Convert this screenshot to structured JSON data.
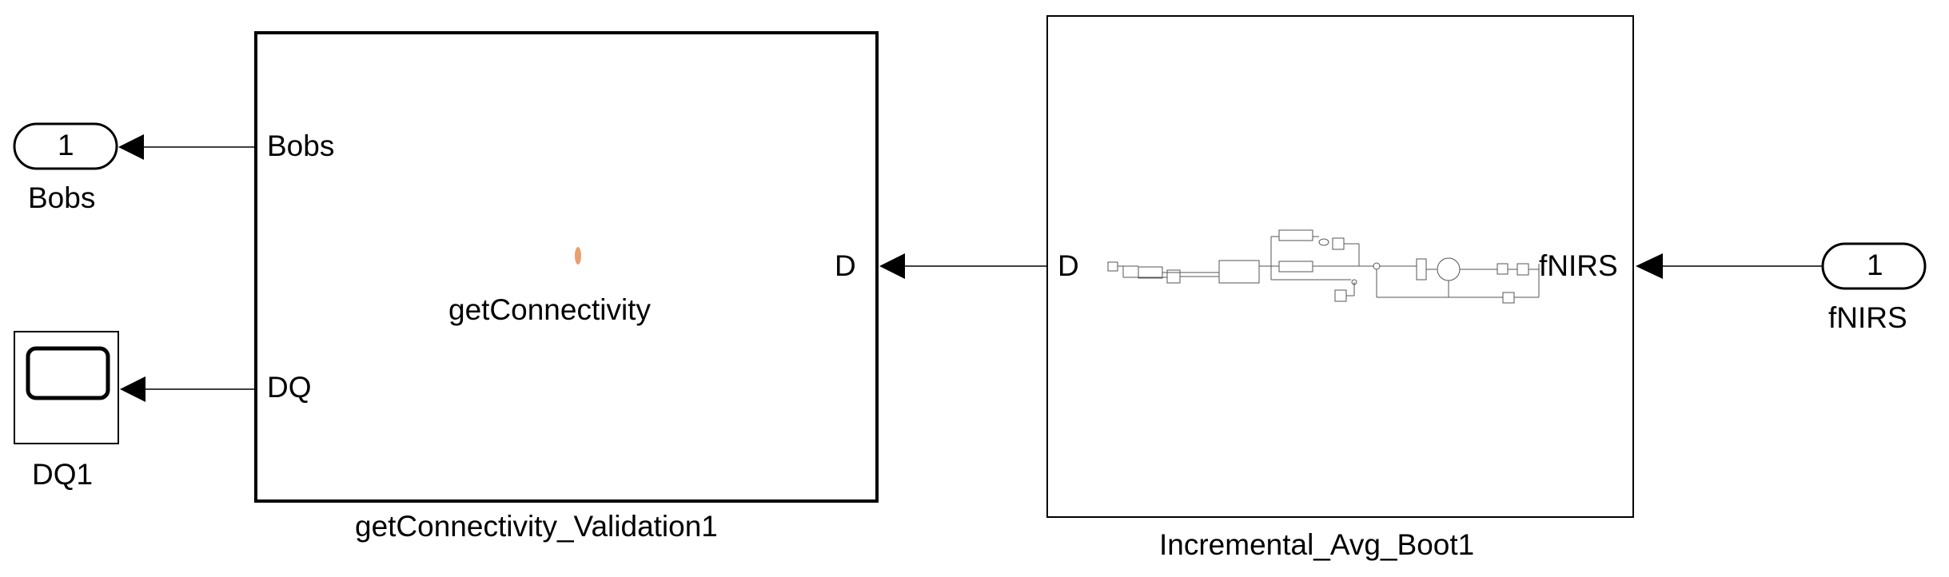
{
  "diagram": {
    "outport_bobs": {
      "number": "1",
      "name": "Bobs"
    },
    "display_dq": {
      "name": "DQ1"
    },
    "subsystem_validation": {
      "name": "getConnectivity_Validation1",
      "inner_label": "getConnectivity",
      "port_in": "D",
      "port_out_1": "Bobs",
      "port_out_2": "DQ"
    },
    "subsystem_boot": {
      "name": "Incremental_Avg_Boot1",
      "port_in": "fNIRS",
      "port_out": "D"
    },
    "inport_fnirs": {
      "number": "1",
      "name": "fNIRS"
    },
    "colors": {
      "line": "#000000",
      "marker": "#e8a070",
      "background": "#ffffff"
    }
  }
}
